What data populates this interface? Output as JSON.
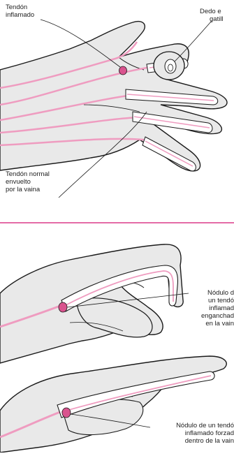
{
  "panel1": {
    "label_inflamed_tendon": [
      "Tendón",
      "inflamado"
    ],
    "label_trigger_finger": [
      "Dedo e",
      "gatill"
    ],
    "label_normal_tendon": [
      "Tendón normal",
      "envuelto",
      "por la vaina"
    ]
  },
  "panel2": {
    "label_nodule_caught": [
      "Nódulo d",
      "un tendó",
      "inflamad",
      "enganchad",
      "en la vain"
    ]
  },
  "panel3": {
    "label_nodule_forced": [
      "Nódulo de un tendó",
      "inflamado forzad",
      "dentro de la vain"
    ]
  },
  "colors": {
    "skin": "#e9e9e9",
    "outline": "#1a1a1a",
    "tendon": "#ef9cc0",
    "sheath": "#ffffff",
    "nodule": "#d9538e",
    "divider": "#e0569a"
  }
}
